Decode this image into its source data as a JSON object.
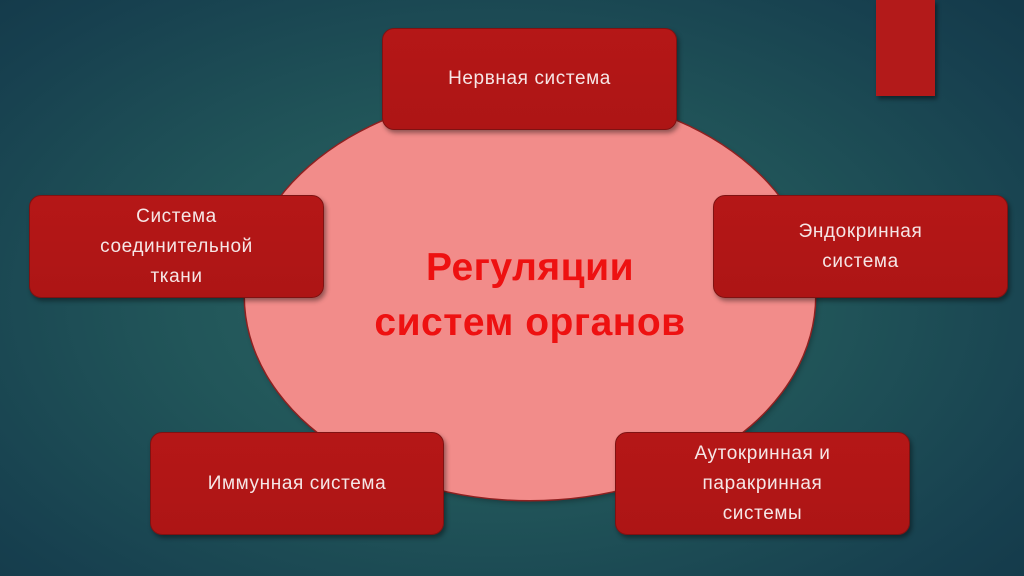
{
  "slide": {
    "background_colors": [
      "#2c6664",
      "#17404f"
    ],
    "accent_bar_color": "#b31a1a"
  },
  "center": {
    "title": "Регуляции\nсистем органов",
    "fill_color": "#f28c8a",
    "text_color": "#ee1111"
  },
  "nodes": [
    {
      "id": "nervous",
      "label": "Нервная система"
    },
    {
      "id": "endocrine",
      "label": "Эндокринная\nсистема"
    },
    {
      "id": "autocrine",
      "label": "Аутокринная и\nпаракринная\nсистемы"
    },
    {
      "id": "immune",
      "label": "Иммунная система"
    },
    {
      "id": "connective",
      "label": "Система\nсоединительной\nткани"
    }
  ],
  "node_style": {
    "fill_color": "#b31717",
    "text_color": "#f6e6e6"
  }
}
